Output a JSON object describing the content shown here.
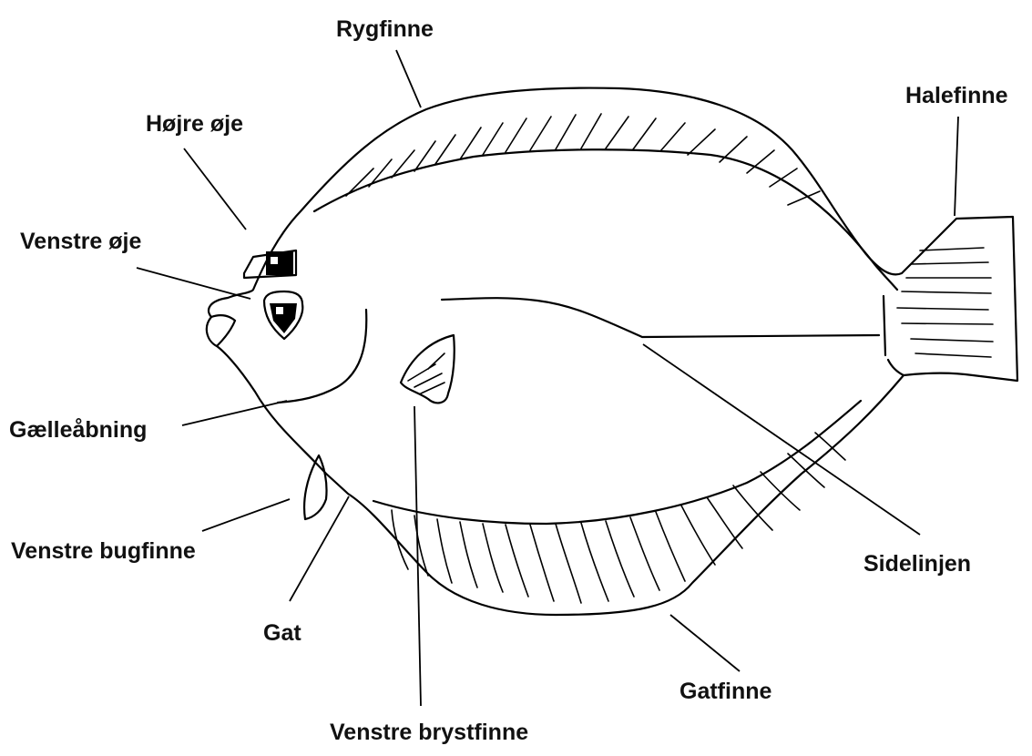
{
  "labels": {
    "rygfinne": "Rygfinne",
    "hojre_oje": "Højre øje",
    "venstre_oje": "Venstre øje",
    "halefinne": "Halefinne",
    "gaelleabning": "Gælleåbning",
    "venstre_bugfinne": "Venstre bugfinne",
    "gat": "Gat",
    "sidelinjen": "Sidelinjen",
    "gatfinne": "Gatfinne",
    "venstre_brystfinne": "Venstre brystfinne"
  },
  "colors": {
    "line": "#000000",
    "text": "#111111",
    "background": "#ffffff"
  }
}
